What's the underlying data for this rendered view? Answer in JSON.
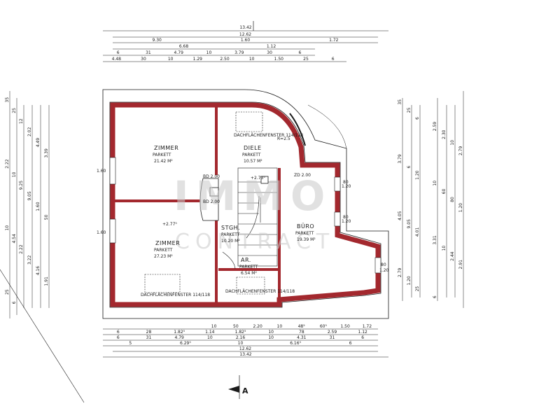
{
  "colors": {
    "wall": "#a3282e",
    "line": "#1a1a1a",
    "watermark": "#cfcfcf"
  },
  "rooms": {
    "zimmer1": {
      "name": "ZIMMER",
      "floor": "PARKETT",
      "area": "21.42 M²"
    },
    "diele": {
      "name": "DIELE",
      "floor": "PARKETT",
      "area": "10.57 M²"
    },
    "zimmer2": {
      "name": "ZIMMER",
      "floor": "PARKETT",
      "area": "27.23 M²"
    },
    "stgh": {
      "name": "STGH.",
      "floor": "PARKETT",
      "area": "10.20 M²"
    },
    "buro": {
      "name": "BÜRO",
      "floor": "PARKETT",
      "area": "19.39 M²"
    },
    "ar": {
      "name": "AR.",
      "floor": "PARKETT",
      "area": "6.54 M²"
    }
  },
  "annotations": {
    "skylight_diele": "DACHFLÄCHENFENSTER 114/118",
    "skylight_zimmer2": "DACHFLÄCHENFENSTER 114/118",
    "skylight_ar": "DACHFLÄCHENFENSTER 114/118",
    "level_zimmer2": "+2.77⁵",
    "level_stair": "+2.73⁵",
    "rs": "R=2.5"
  },
  "top_dims": {
    "row1": [
      "13.42"
    ],
    "row2": [
      "12.62"
    ],
    "row3": [
      "9.30",
      "1.60",
      "1.72"
    ],
    "row4": [
      "6.68",
      "1.12"
    ],
    "row5": [
      "6",
      "31",
      "4.79",
      "10",
      "3.79",
      "30",
      "6"
    ],
    "row6": [
      "4.48",
      "30",
      "10",
      "1.29",
      "2.50",
      "10",
      "1.50",
      "25",
      "6"
    ]
  },
  "bottom_dims": {
    "row1": [
      "10",
      "50",
      "2.20",
      "10",
      "48⁵",
      "60⁵",
      "1.50",
      "1.72"
    ],
    "row2": [
      "6",
      "28",
      "1.82⁵",
      "1.14",
      "1.82⁵",
      "10",
      "78",
      "2.59",
      "1.12"
    ],
    "row3": [
      "6",
      "31",
      "4.79",
      "10",
      "2.16",
      "10",
      "4.31",
      "31",
      "6"
    ],
    "row4": [
      "5",
      "6.29⁵",
      "10",
      "6.16⁵",
      "6"
    ],
    "row5": [
      "12.62"
    ],
    "row6": [
      "13.42"
    ]
  },
  "left_dims": [
    "35",
    "25",
    "12",
    "2.02",
    "4.49",
    "3.39",
    "2.22",
    "10",
    "9.25",
    "9.05",
    "1.60",
    "50",
    "10",
    "4.54",
    "2.22",
    "3.22",
    "4.16",
    "1.91",
    "25",
    "6"
  ],
  "right_dims": [
    "35",
    "25",
    "6",
    "2.59",
    "2.30",
    "10",
    "2.79",
    "3.79",
    "6",
    "1.20",
    "10",
    "60",
    "80",
    "1.20",
    "4.05",
    "9.05",
    "4.01",
    "3.31",
    "10",
    "2.44",
    "2.91",
    "2.79",
    "1.20",
    "25",
    "6"
  ],
  "window_marks": {
    "left_upper": "1.60",
    "left_lower": "1.60",
    "right_upper": "1.20",
    "right_mid": "1.20",
    "buro_right": "1.20",
    "bd1": "BD 2.00",
    "bd2": "BD 2.00",
    "zd": "ZD 2.00",
    "num_80a": "80",
    "num_80b": "80",
    "num_80c": "80"
  },
  "section_marker": "A",
  "watermark": {
    "line1": "IMMO",
    "line2": "CONTRACT"
  }
}
